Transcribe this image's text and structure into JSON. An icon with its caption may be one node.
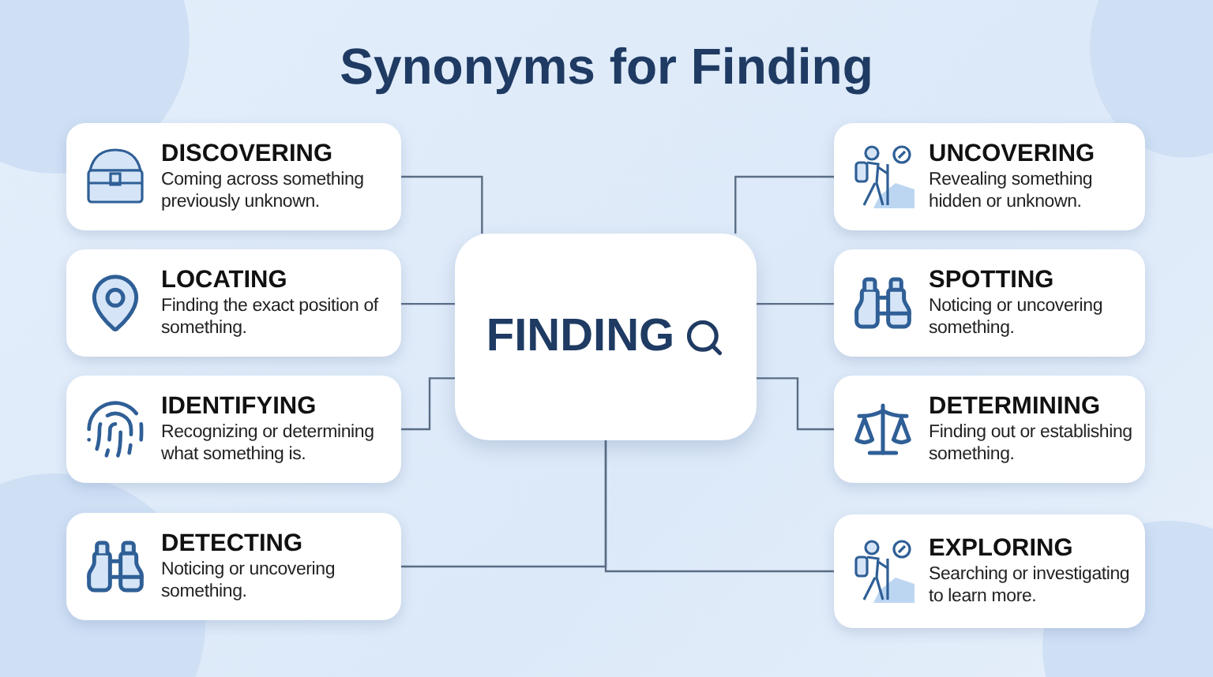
{
  "diagram": {
    "title": "Synonyms for Finding",
    "nodes": [
      {
        "text": [
          "FINDING"
        ]
      },
      {
        "text": [
          "DISCOVERING",
          "Coming across something previously unknown."
        ]
      },
      {
        "text": [
          "LOCATING",
          "Finding the exact position of something."
        ]
      },
      {
        "text": [
          "IDENTIFYING",
          "Recognizing or determining what something is."
        ]
      },
      {
        "text": [
          "DETECTING",
          "Noticing or uncovering something."
        ]
      },
      {
        "text": [
          "UNCOVERING",
          "Revealing something hidden or unknown."
        ]
      },
      {
        "text": [
          "SPOTTING",
          "Noticing or uncovering something."
        ]
      },
      {
        "text": [
          "DETERMINING",
          "Finding out or establishing something."
        ]
      },
      {
        "text": [
          "EXPLORING",
          "Searching or investigating to learn more."
        ]
      }
    ],
    "edges": [
      {
        "from": 0,
        "to": 1,
        "arrow": "none"
      },
      {
        "from": 0,
        "to": 2,
        "arrow": "none"
      },
      {
        "from": 0,
        "to": 3,
        "arrow": "none"
      },
      {
        "from": 0,
        "to": 4,
        "arrow": "none"
      },
      {
        "from": 0,
        "to": 5,
        "arrow": "none"
      },
      {
        "from": 0,
        "to": 6,
        "arrow": "none"
      },
      {
        "from": 0,
        "to": 7,
        "arrow": "none"
      },
      {
        "from": 0,
        "to": 8,
        "arrow": "none"
      }
    ]
  }
}
